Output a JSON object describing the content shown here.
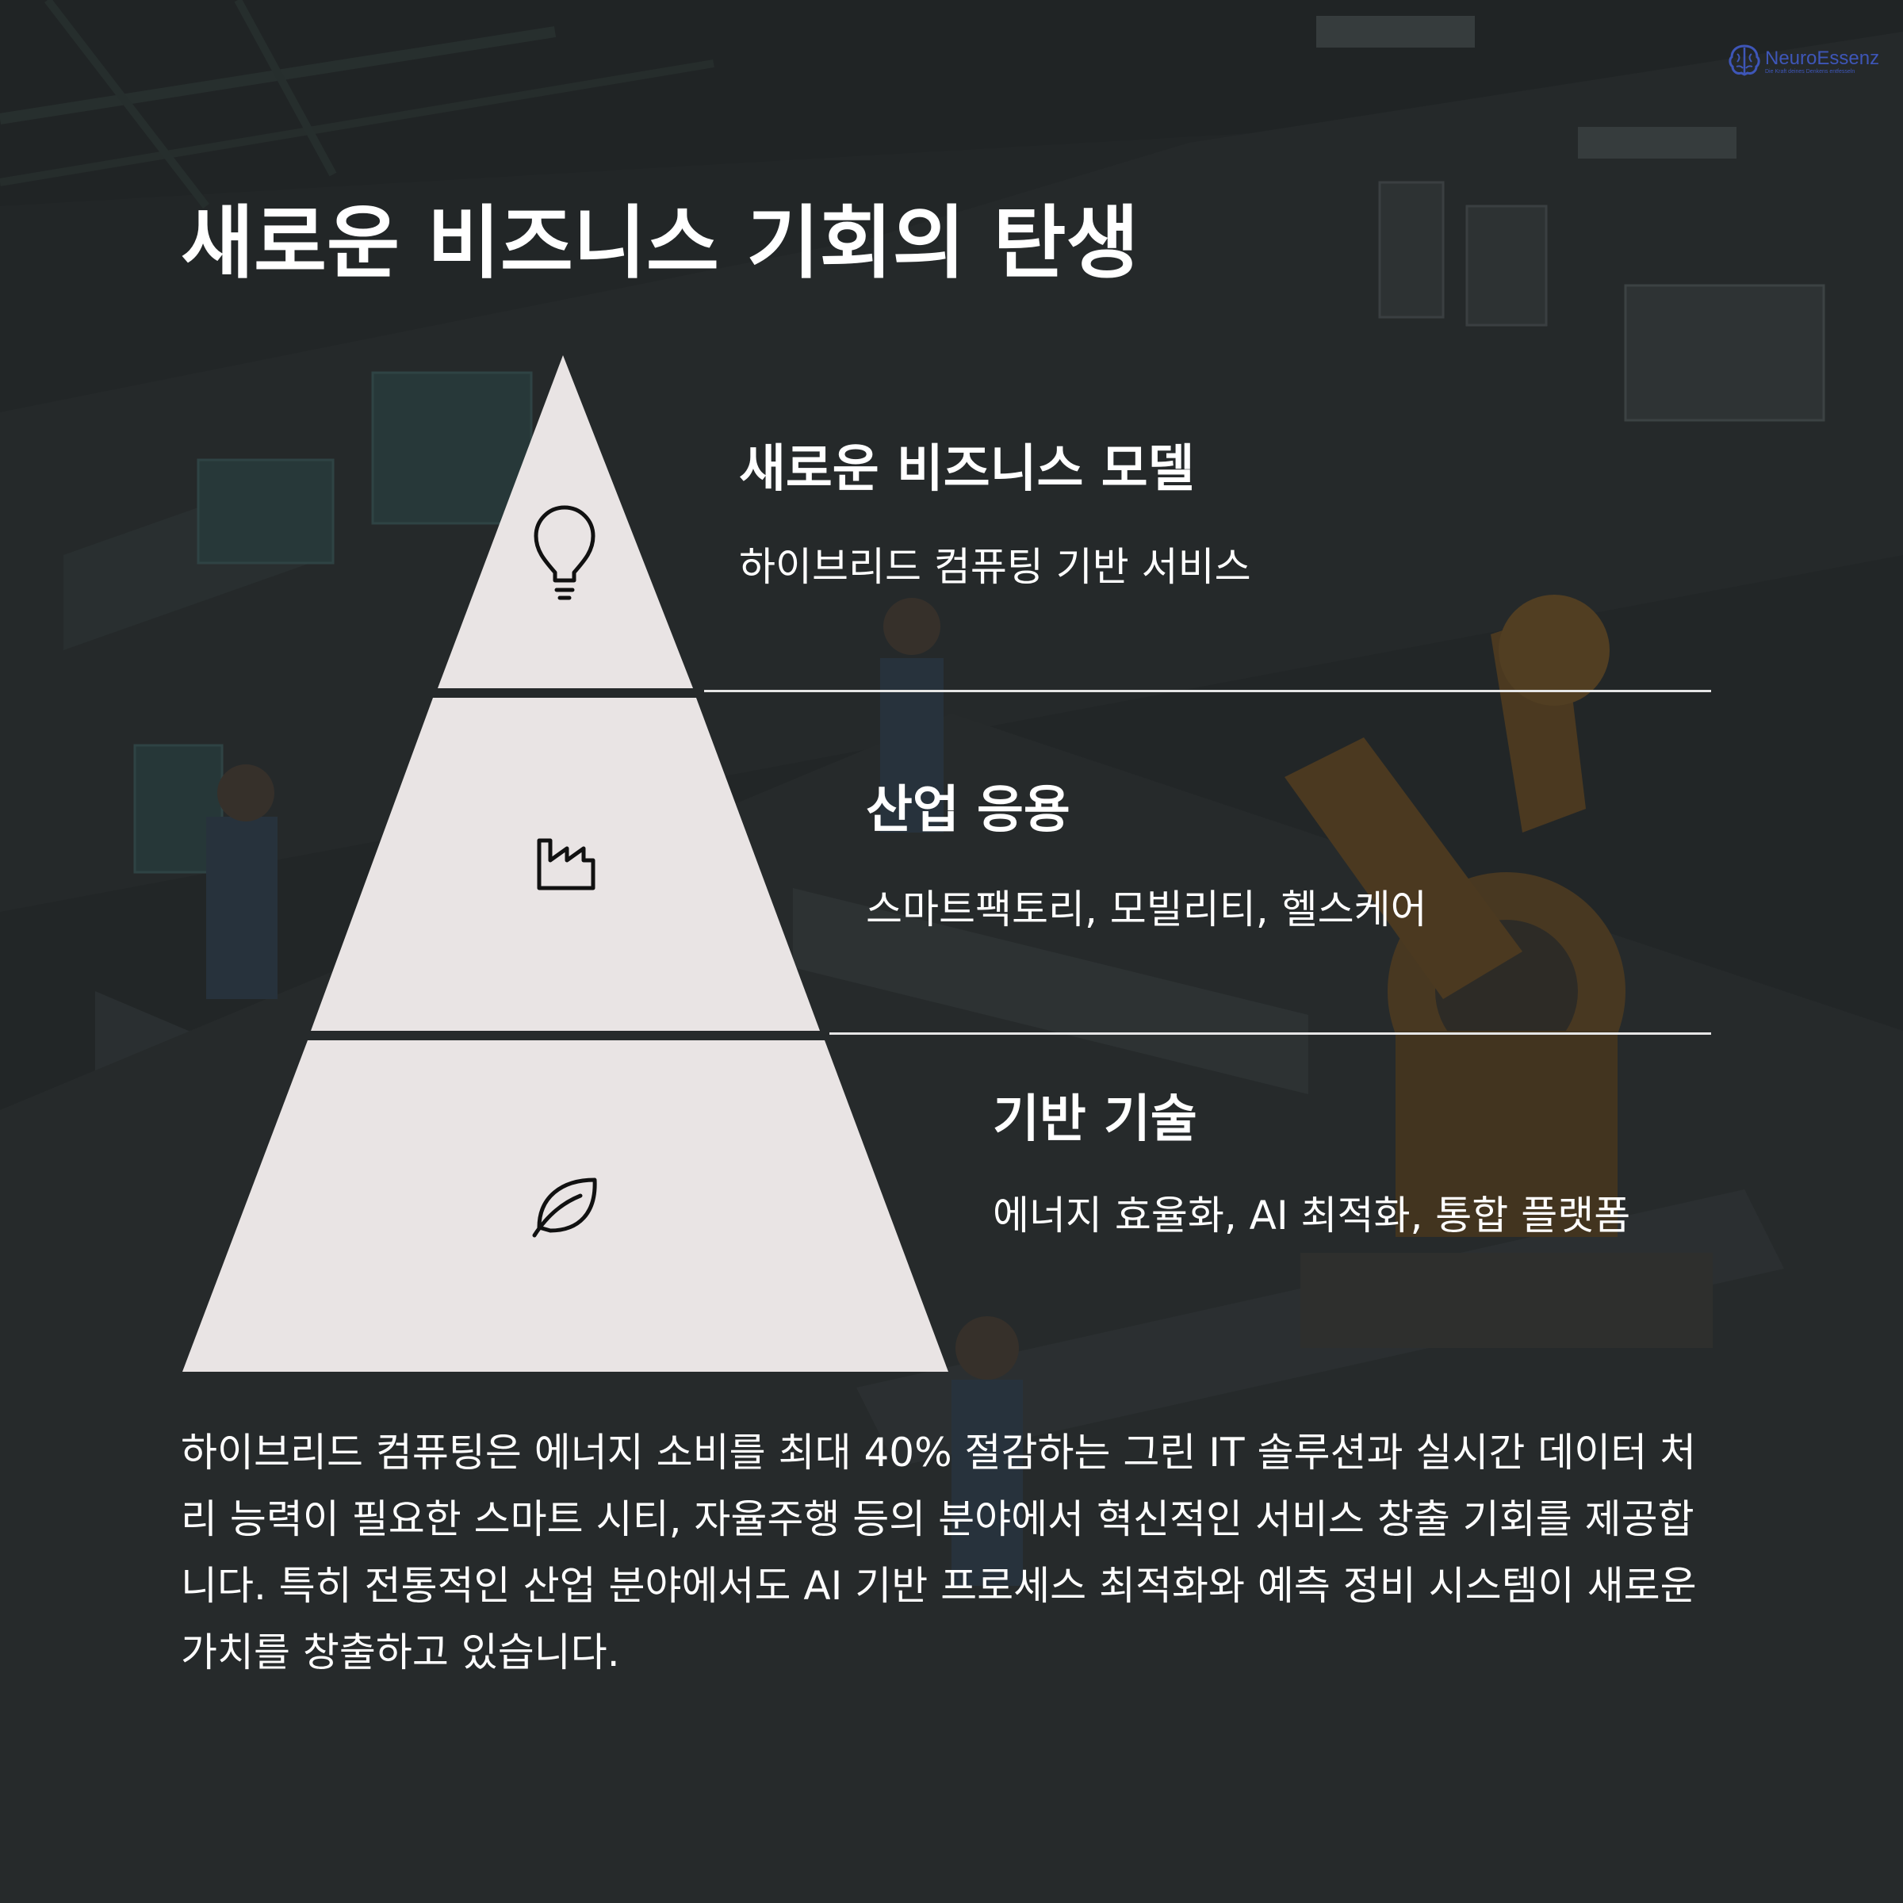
{
  "brand": {
    "name": "NeuroEssenz",
    "tagline": "Die Kraft deines Denkens entfesseln",
    "color": "#3e56b8"
  },
  "title": "새로운 비즈니스 기회의 탄생",
  "pyramid": {
    "fill": "#e9e4e4",
    "levels": [
      {
        "title": "새로운 비즈니스 모델",
        "description": "하이브리드 컴퓨팅 기반 서비스",
        "icon": "lightbulb-icon"
      },
      {
        "title": "산업 응용",
        "description": "스마트팩토리, 모빌리티, 헬스케어",
        "icon": "factory-icon"
      },
      {
        "title": "기반 기술",
        "description": "에너지 효율화, AI 최적화, 통합 플랫폼",
        "icon": "leaf-icon"
      }
    ]
  },
  "summary": "하이브리드 컴퓨팅은 에너지 소비를 최대 40% 절감하는 그린 IT 솔루션과 실시간 데이터 처리 능력이 필요한 스마트 시티, 자율주행 등의 분야에서 혁신적인 서비스 창출 기회를 제공합니다. 특히 전통적인 산업 분야에서도 AI 기반 프로세스 최적화와 예측 정비 시스템이 새로운 가치를 창출하고 있습니다."
}
